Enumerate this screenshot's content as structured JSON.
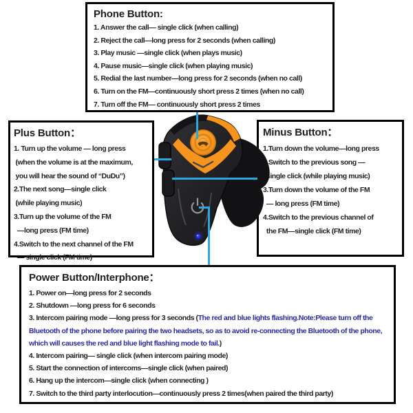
{
  "colors": {
    "background": "#ffffff",
    "text": "#1f1f1f",
    "box_border": "#000000",
    "callout_line": "#29a9e1",
    "note_text": "#2b2ba0",
    "device_orange": "#f7941d",
    "led_blue": "#2a35ff"
  },
  "phone_box": {
    "title": "Phone Button:",
    "items": [
      "1. Answer the call— single click (when calling)",
      "2. Reject the call—long press for 2 seconds (when calling)",
      "3. Play music —single click (when plays music)",
      "4. Pause music—single click (when playing music)",
      "5. Redial the last number—long press for 2 seconds (when no call)",
      "6. Turn on the FM—continuously short press 2 times (when no call)",
      "7. Turn off the FM— continuously short press 2 times"
    ]
  },
  "plus_box": {
    "title": "Plus Button：",
    "lines": [
      "1. Turn up the volume — long press",
      " (when the volume is at the maximum,",
      " you will hear the sound of “DuDu”)",
      "2.The next song—single click",
      " (while playing music)",
      "3.Turn up the volume of the FM",
      "  —long press (FM time)",
      "4.Switch to the next channel of the FM",
      "  — single click (FM time)"
    ]
  },
  "minus_box": {
    "title": "Minus Button：",
    "lines": [
      "1.Turn down the volume—long press",
      "2.Switch to the previous song —",
      "  single click (while playing music)",
      "3.Turn down the volume of the FM",
      "  — long press (FM time)",
      "4.Switch to the previous channel of",
      "  the FM—single click (FM time)"
    ]
  },
  "power_box": {
    "title": "Power Button/Interphone：",
    "items_before": [
      "1. Power on—long press for 2 seconds",
      "2. Shutdown —long press for 6 seconds"
    ],
    "item3": {
      "prefix": "3. Intercom pairing mode —long press for 3 seconds (",
      "note": "The red and blue lights flashing.Note:Please turn off the Bluetooth of the phone before pairing the two headsets, so as to avoid re-connecting the Bluetooth of the phone, which will causes the red and blue light flashing mode to fail.",
      "suffix": ")"
    },
    "items_after": [
      "4. Intercom pairing— single click (when intercom pairing mode)",
      "5. Start the connection of intercoms—single click (when paired)",
      "6. Hang up the intercom—single click (when connecting )",
      "7. Switch to the third party interlocution—continuously press 2 times(when paired the third party)"
    ]
  },
  "device": {
    "description": "black Bluetooth helmet intercom headset with orange phone button, two side volume buttons, power button and blue LED",
    "icons": [
      "phone-icon",
      "power-icon",
      "led-indicator"
    ]
  }
}
